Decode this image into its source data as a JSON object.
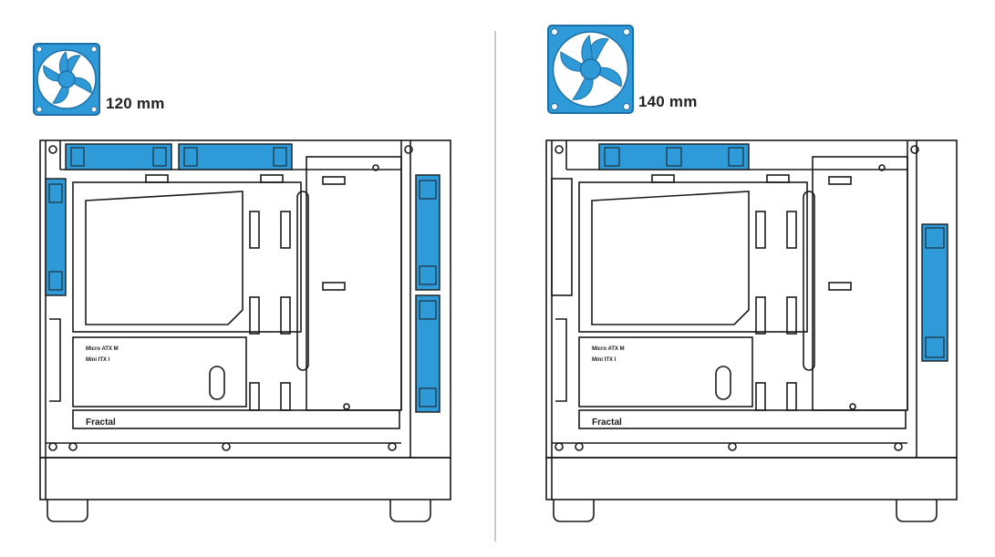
{
  "colors": {
    "fan_blue": "#2e9ad8",
    "fan_blue_dark": "#1d6ea6",
    "line": "#1a1a1a",
    "divider": "#c9c9c9"
  },
  "left_panel": {
    "fan_icon": "fan-icon",
    "fan_size_label": "120 mm",
    "case": {
      "brand_logo_text": "Fractal",
      "form_factor_line1": "Micro ATX M",
      "form_factor_line2": "Mini ITX I"
    }
  },
  "right_panel": {
    "fan_icon": "fan-icon",
    "fan_size_label": "140 mm",
    "case": {
      "brand_logo_text": "Fractal",
      "form_factor_line1": "Micro ATX M",
      "form_factor_line2": "Mini ITX I"
    }
  }
}
